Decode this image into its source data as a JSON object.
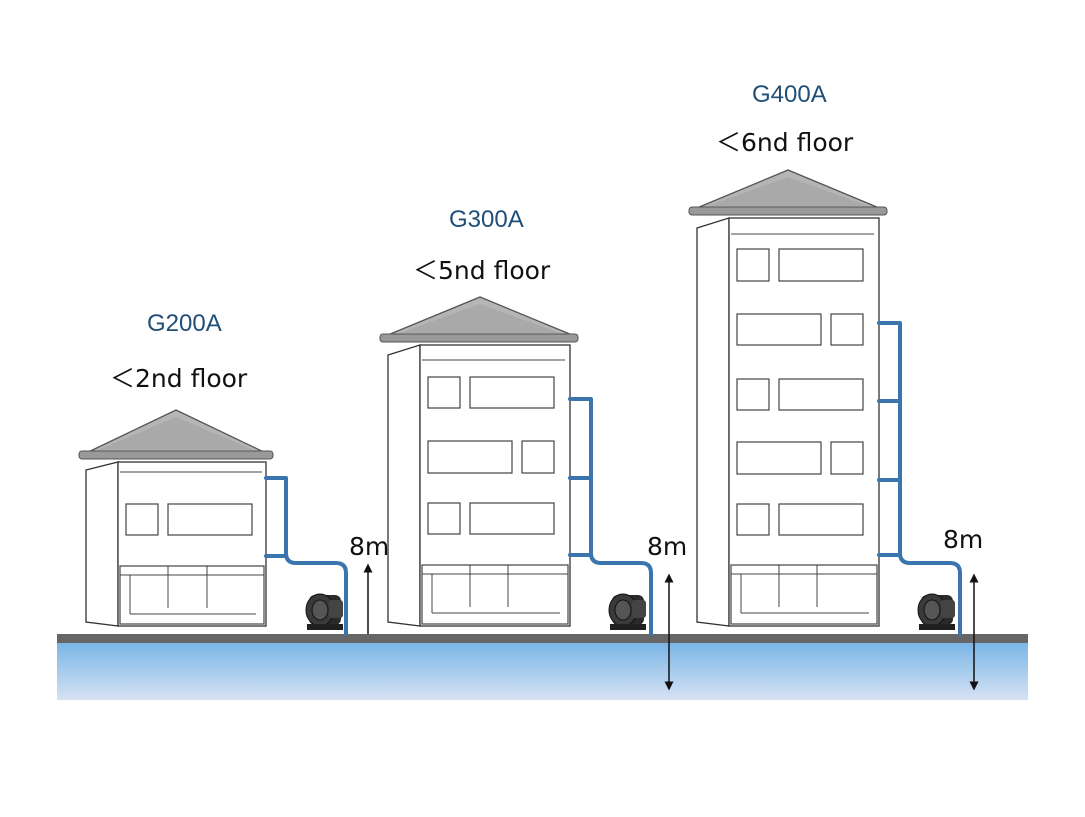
{
  "colors": {
    "pipe": "#3a76ad",
    "ground": "#666666",
    "water_top": "#79b5e6",
    "water_bottom": "#d6e2f3",
    "roof": "#b5b5b5",
    "model_label": "#1f4e79"
  },
  "buildings": [
    {
      "model": "G200A",
      "floors_label": "＜2nd floor",
      "height_label": "8m",
      "pump_icon": "blower-pump-icon"
    },
    {
      "model": "G300A",
      "floors_label": "＜5nd floor",
      "height_label": "8m",
      "pump_icon": "blower-pump-icon"
    },
    {
      "model": "G400A",
      "floors_label": "＜6nd floor",
      "height_label": "8m",
      "pump_icon": "blower-pump-icon"
    }
  ]
}
